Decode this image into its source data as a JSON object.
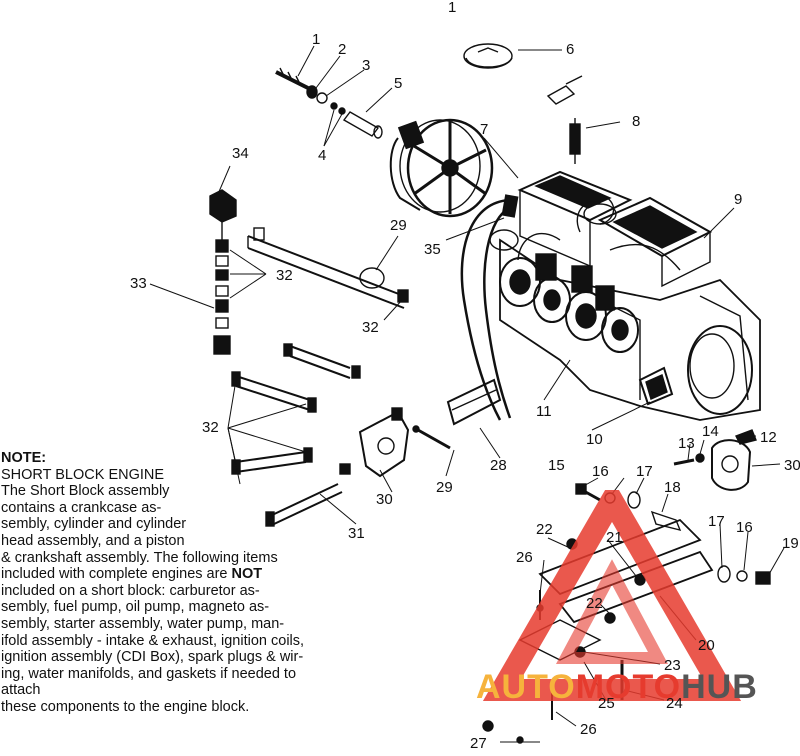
{
  "diagram": {
    "page_number": "1",
    "callouts": [
      "1",
      "2",
      "3",
      "4",
      "5",
      "6",
      "7",
      "8",
      "9",
      "10",
      "11",
      "12",
      "13",
      "14",
      "15",
      "16",
      "17",
      "18",
      "19",
      "20",
      "21",
      "22",
      "23",
      "24",
      "25",
      "26",
      "27",
      "28",
      "29",
      "30",
      "31",
      "32",
      "33",
      "34",
      "35"
    ],
    "labels": {
      "l1": "1",
      "l2": "2",
      "l3": "3",
      "l4": "4",
      "l5": "5",
      "l6": "6",
      "l7": "7",
      "l8": "8",
      "l9": "9",
      "l10": "10",
      "l11": "11",
      "l12": "12",
      "l13": "13",
      "l14": "14",
      "l15": "15",
      "l16a": "16",
      "l16b": "16",
      "l17a": "17",
      "l17b": "17",
      "l18": "18",
      "l19": "19",
      "l20": "20",
      "l21": "21",
      "l22a": "22",
      "l22b": "22",
      "l23": "23",
      "l24": "24",
      "l25": "25",
      "l26a": "26",
      "l26b": "26",
      "l27": "27",
      "l28": "28",
      "l29a": "29",
      "l29b": "29",
      "l30a": "30",
      "l30b": "30",
      "l31": "31",
      "l32a": "32",
      "l32b": "32",
      "l32c": "32",
      "l33": "33",
      "l34": "34",
      "l35": "35"
    }
  },
  "note": {
    "title": "NOTE:",
    "line1": "SHORT BLOCK ENGINE",
    "line2": "The Short Block assembly",
    "line3": "contains a crankcase as-",
    "line4": "sembly, cylinder and cylinder",
    "line5": "head assembly, and a piston",
    "line6": "& crankshaft assembly.  The following items",
    "line7": "included with complete engines are",
    "line7_bold": "NOT",
    "line8": "included on a short block:  carburetor as-",
    "line9": "sembly, fuel pump, oil pump, magneto as-",
    "line10": "sembly, starter assembly, water pump, man-",
    "line11": "ifold assembly - intake & exhaust, ignition coils,",
    "line12": "ignition assembly (CDI Box), spark plugs & wir-",
    "line13": "ing, water manifolds, and gaskets if needed to attach",
    "line14": "these components to the engine block."
  },
  "watermark": {
    "part1": "AUTO",
    "part2": "MOTO",
    "part3": "HUB",
    "colors": {
      "auto": "#f6b33c",
      "moto": "#e63b2e",
      "hub": "#555555"
    }
  }
}
